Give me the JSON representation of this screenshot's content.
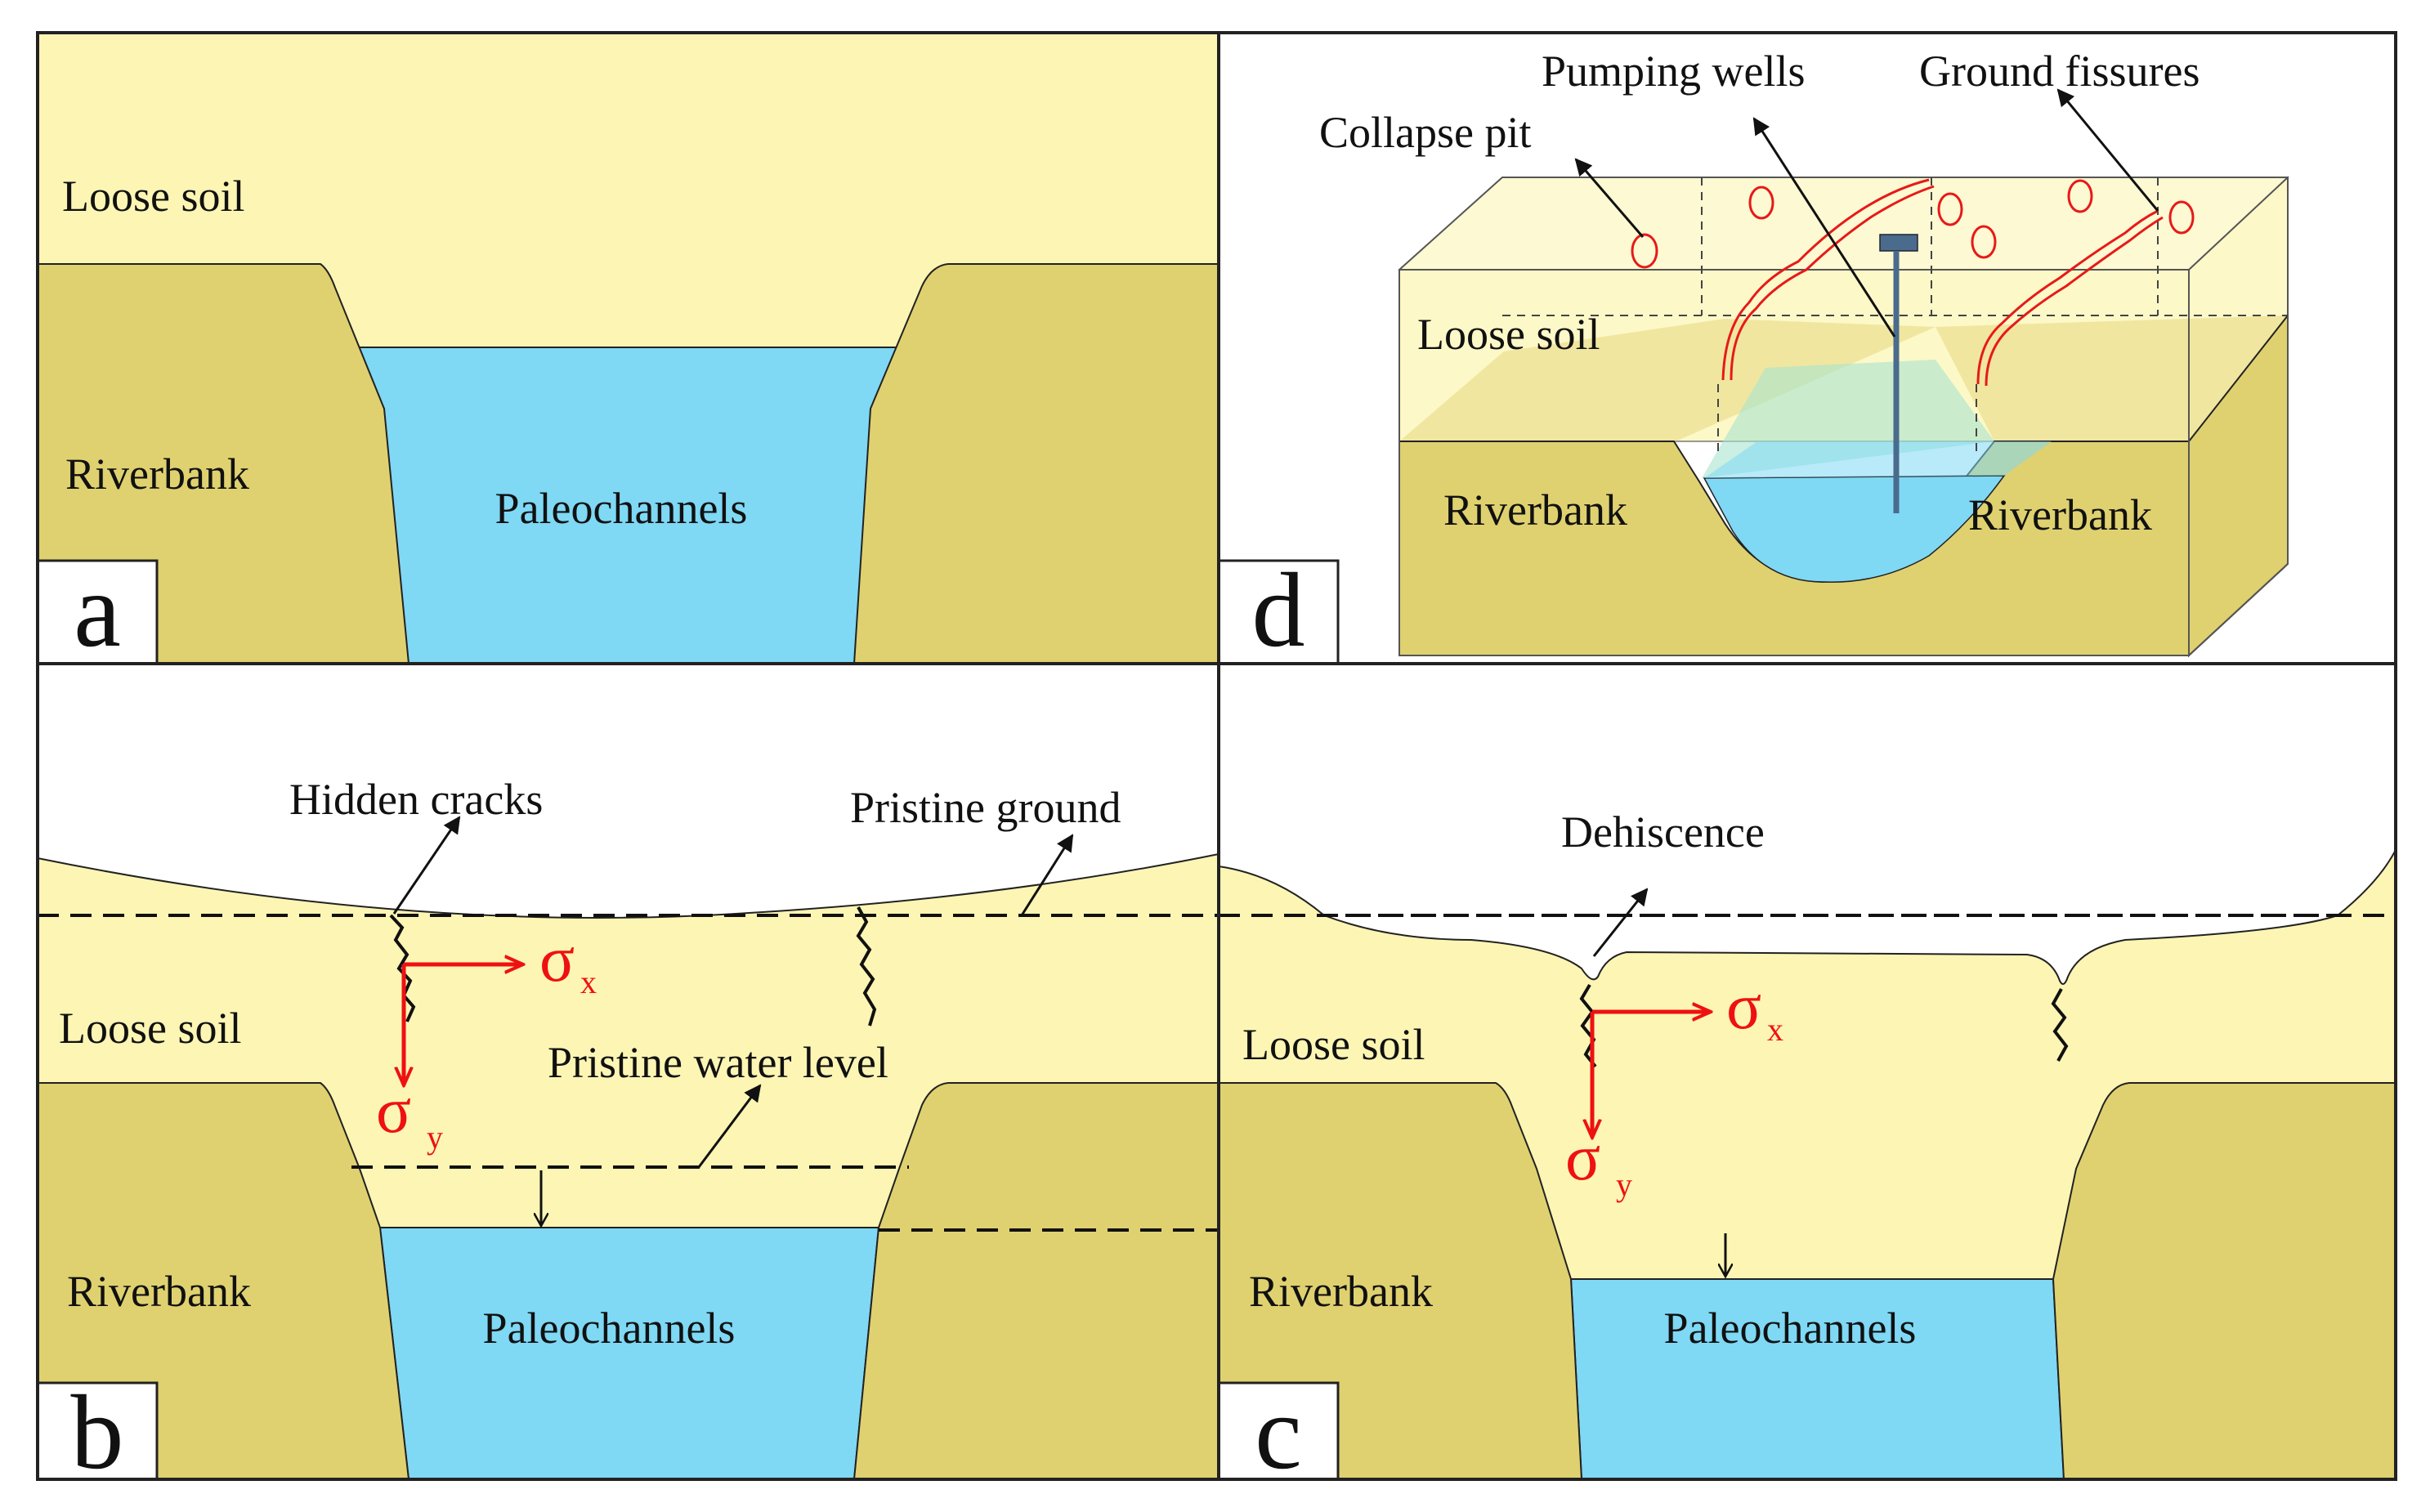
{
  "colors": {
    "soil": "#fcf5b4",
    "bank": "#dfd170",
    "water": "#7fd8f4",
    "outline": "#222222",
    "stress": "#ee1111",
    "fissure": "#e61a1a",
    "well": "#4a6b8c"
  },
  "panels": {
    "a": {
      "letter": "a",
      "loose_soil": "Loose soil",
      "riverbank": "Riverbank",
      "paleochannels": "Paleochannels"
    },
    "b": {
      "letter": "b",
      "hidden_cracks": "Hidden cracks",
      "pristine_ground": "Pristine ground",
      "loose_soil": "Loose soil",
      "pristine_water_level": "Pristine water level",
      "riverbank": "Riverbank",
      "paleochannels": "Paleochannels",
      "sigma": "σ",
      "sub_x": "x",
      "sub_y": "y"
    },
    "c": {
      "letter": "c",
      "dehiscence": "Dehiscence",
      "loose_soil": "Loose soil",
      "riverbank": "Riverbank",
      "paleochannels": "Paleochannels",
      "sigma": "σ",
      "sub_x": "x",
      "sub_y": "y"
    },
    "d": {
      "letter": "d",
      "pumping_wells": "Pumping wells",
      "ground_fissures": "Ground fissures",
      "collapse_pit": "Collapse pit",
      "loose_soil": "Loose soil",
      "riverbank_left": "Riverbank",
      "riverbank_right": "Riverbank"
    }
  }
}
